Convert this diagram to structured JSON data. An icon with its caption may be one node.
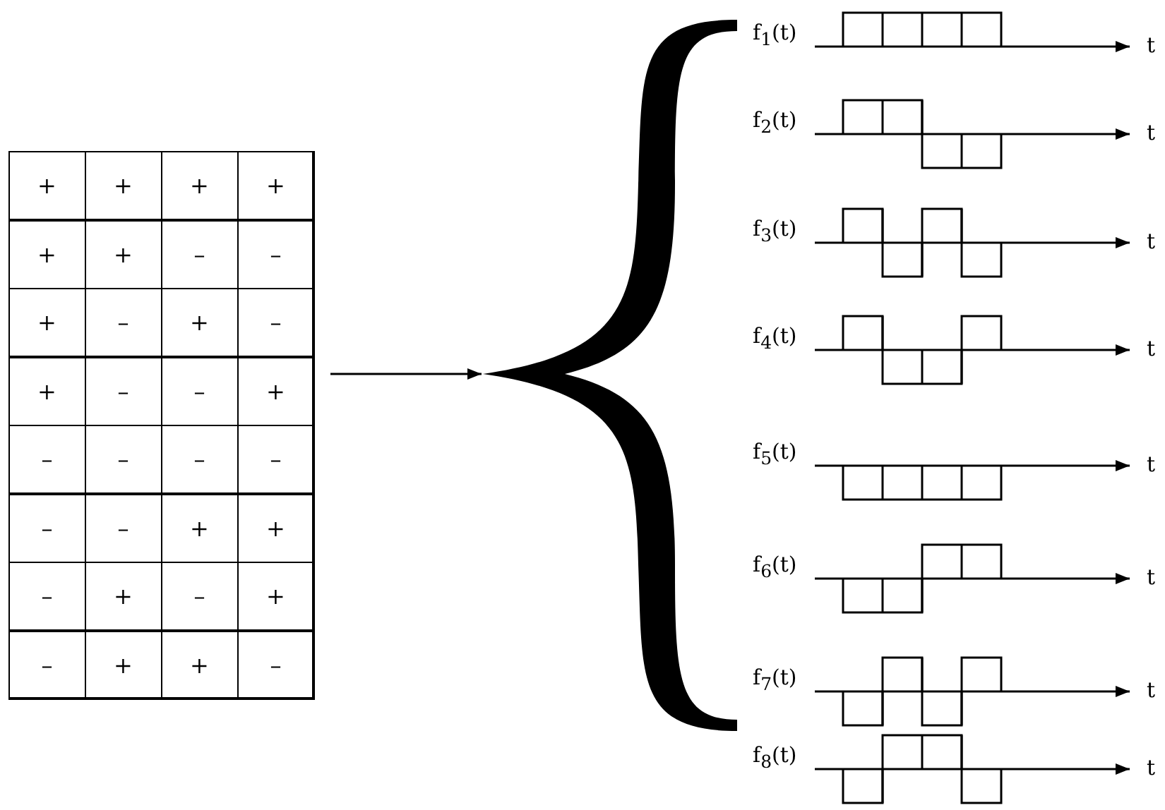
{
  "diagram": {
    "nodes": [
      {
        "text": [],
        "shape": "box"
      },
      {
        "text": [],
        "shape": "brace"
      }
    ],
    "edges": [
      {
        "from": 0,
        "to": 1,
        "arrow": "to"
      }
    ],
    "labels": [
      "+",
      "+",
      "+",
      "+",
      "+",
      "+",
      "–",
      "–",
      "+",
      "–",
      "+",
      "–",
      "+",
      "–",
      "–",
      "+",
      "–",
      "–",
      "–",
      "–",
      "–",
      "–",
      "+",
      "+",
      "–",
      "+",
      "–",
      "+",
      "–",
      "+",
      "+",
      "–",
      "f$_{1}$(t)",
      "t",
      "f$_{2}$(t)",
      "t",
      "f$_{3}$(t)",
      "t",
      "f$_{4}$(t)",
      "t",
      "f$_{5}$(t)",
      "t",
      "f$_{6}$(t)",
      "t",
      "f$_{7}$(t)",
      "t",
      "f$_{8}$(t)",
      "t"
    ]
  }
}
